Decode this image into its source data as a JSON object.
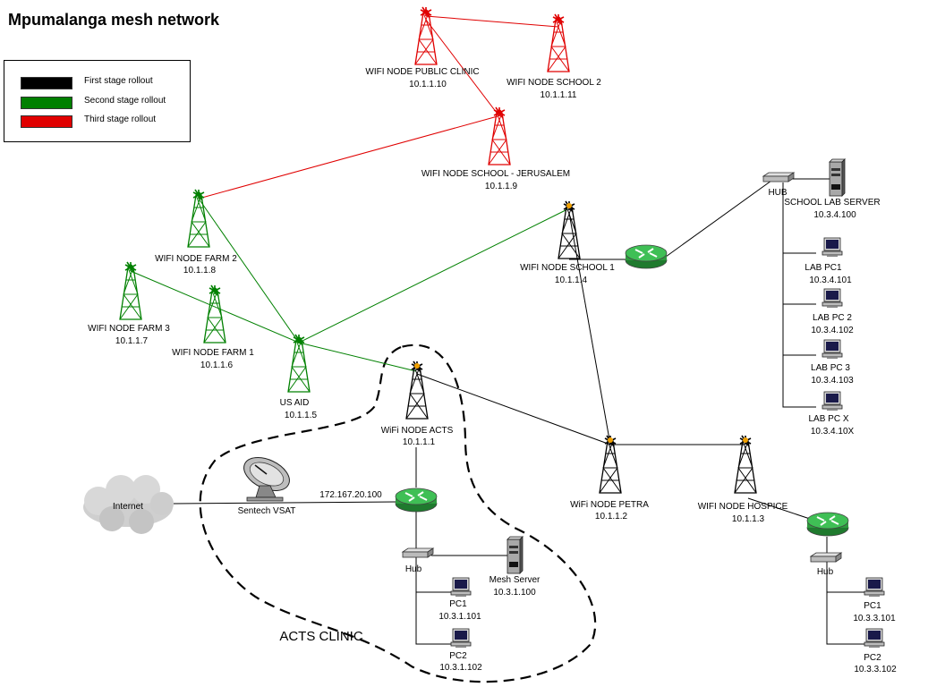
{
  "title": "Mpumalanga mesh network",
  "legend": [
    {
      "label": "First stage rollout",
      "color": "#000000"
    },
    {
      "label": "Second stage rollout",
      "color": "#008000"
    },
    {
      "label": "Third stage rollout",
      "color": "#e00000"
    }
  ],
  "colors": {
    "stage1": "#000000",
    "stage2": "#008000",
    "stage3": "#e00000",
    "router": "#2e9a3e",
    "cloud": "#c9c9c9"
  },
  "nodes": {
    "public_clinic": {
      "name": "WIFI NODE PUBLIC CLINIC",
      "ip": "10.1.1.10"
    },
    "school2": {
      "name": "WIFI NODE SCHOOL 2",
      "ip": "10.1.1.11"
    },
    "jerusalem": {
      "name": "WIFI NODE SCHOOL - JERUSALEM",
      "ip": "10.1.1.9"
    },
    "farm2": {
      "name": "WIFI NODE FARM 2",
      "ip": "10.1.1.8"
    },
    "farm3": {
      "name": "WIFI NODE FARM 3",
      "ip": "10.1.1.7"
    },
    "farm1": {
      "name": "WIFI NODE FARM 1",
      "ip": "10.1.1.6"
    },
    "usaid": {
      "name": "US AID",
      "ip": "10.1.1.5"
    },
    "school1": {
      "name": "WIFI NODE SCHOOL 1",
      "ip": "10.1.1.4"
    },
    "acts": {
      "name": "WiFi NODE ACTS",
      "ip": "10.1.1.1"
    },
    "petra": {
      "name": "WiFi NODE PETRA",
      "ip": "10.1.1.2"
    },
    "hospice": {
      "name": "WIFI NODE HOSPICE",
      "ip": "10.1.1.3"
    }
  },
  "devices": {
    "internet": "Internet",
    "vsat": "Sentech VSAT",
    "vsat_ip": "172.167.20.100",
    "acts_hub": "Hub",
    "mesh_server": {
      "name": "Mesh Server",
      "ip": "10.3.1.100"
    },
    "acts_pc1": {
      "name": "PC1",
      "ip": "10.3.1.101"
    },
    "acts_pc2": {
      "name": "PC2",
      "ip": "10.3.1.102"
    },
    "clinic_label": "ACTS CLINIC",
    "school_hub": "HUB",
    "school_server": {
      "name": "SCHOOL LAB SERVER",
      "ip": "10.3.4.100"
    },
    "lab_pcs": [
      {
        "name": "LAB PC1",
        "ip": "10.3.4.101"
      },
      {
        "name": "LAB PC 2",
        "ip": "10.3.4.102"
      },
      {
        "name": "LAB PC 3",
        "ip": "10.3.4.103"
      },
      {
        "name": "LAB PC X",
        "ip": "10.3.4.10X"
      }
    ],
    "hospice_hub": "Hub",
    "hospice_pc1": {
      "name": "PC1",
      "ip": "10.3.3.101"
    },
    "hospice_pc2": {
      "name": "PC2",
      "ip": "10.3.3.102"
    }
  }
}
